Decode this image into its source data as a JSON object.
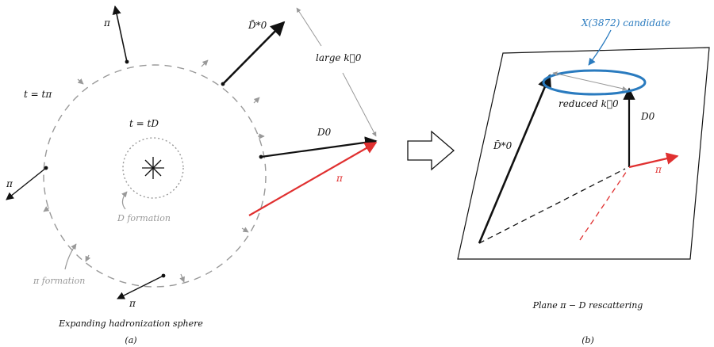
{
  "panel_a": {
    "label_pi_top": "π",
    "label_dstar": "D̄*0",
    "label_large_k": "large k⃗0",
    "label_t_pi": "t = tπ",
    "label_t_d": "t = tD",
    "label_d0": "D0",
    "label_pi_red": "π",
    "label_pi_left": "π",
    "label_d_formation": "D formation",
    "label_pi_formation": "π formation",
    "label_pi_bottom": "π",
    "caption": "Expanding hadronization sphere",
    "sublabel": "(a)"
  },
  "panel_b": {
    "label_x3872": "X(3872) candidate",
    "label_reduced_k": "reduced k⃗0",
    "label_dstar": "D̄*0",
    "label_d0": "D0",
    "label_pi": "π",
    "caption": "Plane π − D rescattering",
    "sublabel": "(b)"
  },
  "colors": {
    "ink": "#111111",
    "gray": "#999999",
    "red": "#e03030",
    "blue": "#2a7bbf"
  }
}
